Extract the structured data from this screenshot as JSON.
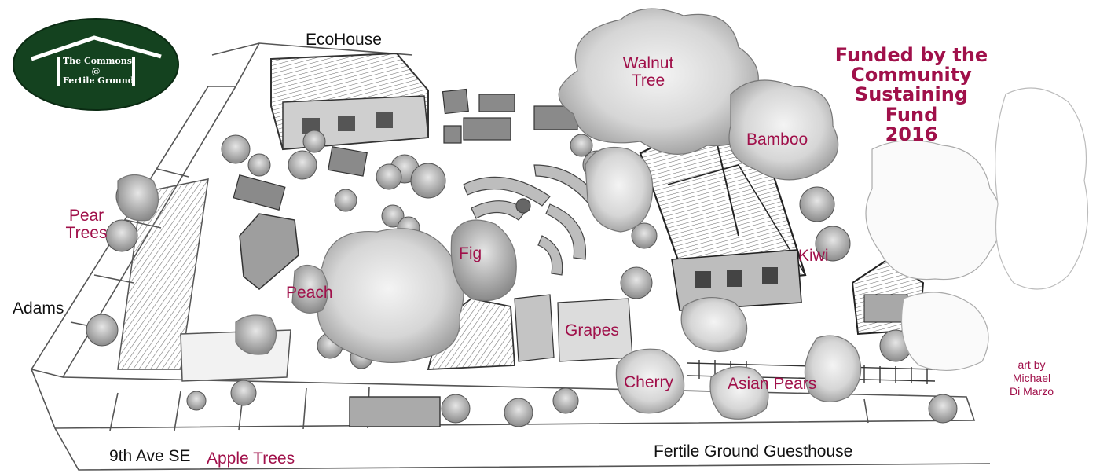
{
  "logo": {
    "line1": "The Commons",
    "line2": "@",
    "line3": "Fertile Ground",
    "background_color": "#14421f"
  },
  "labels": {
    "ecohouse": "EcoHouse",
    "walnut": [
      "Walnut",
      "Tree"
    ],
    "bamboo": "Bamboo",
    "pear": [
      "Pear",
      "Trees"
    ],
    "fig": "Fig",
    "kiwi": "Kiwi",
    "peach": "Peach",
    "adams": "Adams",
    "grapes": "Grapes",
    "cherry": "Cherry",
    "asian_pears": "Asian Pears",
    "nine_ave": "9th Ave SE",
    "apple": "Apple Trees",
    "guesthouse": "Fertile Ground Guesthouse"
  },
  "funding": [
    "Funded by the",
    "Community",
    "Sustaining",
    "Fund",
    "2016"
  ],
  "credit": [
    "art by",
    "Michael",
    "Di Marzo"
  ],
  "colors": {
    "plant_label": "#a0104a",
    "place_label": "#111111",
    "sketch": "#444444"
  }
}
